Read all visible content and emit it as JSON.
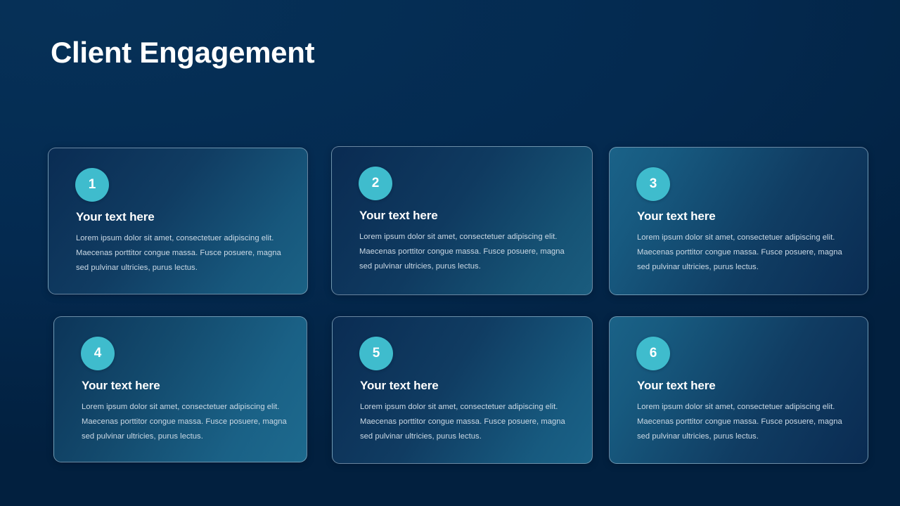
{
  "slide": {
    "title": "Client Engagement",
    "background_color": "#042a50",
    "accent_color": "#3fbccd",
    "text_color": "#ffffff",
    "body_text_color": "#ccdae6",
    "border_color": "#b7cbdb"
  },
  "cards": [
    {
      "number": "1",
      "heading": "Your text here",
      "body": "Lorem ipsum dolor sit amet, consectetuer adipiscing elit. Maecenas porttitor congue massa. Fusce posuere, magna sed pulvinar ultricies, purus lectus."
    },
    {
      "number": "2",
      "heading": "Your text here",
      "body": "Lorem ipsum dolor sit amet, consectetuer adipiscing elit. Maecenas porttitor congue massa. Fusce posuere, magna sed pulvinar ultricies, purus lectus."
    },
    {
      "number": "3",
      "heading": "Your text here",
      "body": "Lorem ipsum dolor sit amet, consectetuer adipiscing elit. Maecenas porttitor congue massa. Fusce posuere, magna sed pulvinar ultricies, purus lectus."
    },
    {
      "number": "4",
      "heading": "Your text here",
      "body": "Lorem ipsum dolor sit amet, consectetuer adipiscing elit. Maecenas porttitor congue massa. Fusce posuere, magna sed pulvinar ultricies, purus lectus."
    },
    {
      "number": "5",
      "heading": "Your text here",
      "body": "Lorem ipsum dolor sit amet, consectetuer adipiscing elit. Maecenas porttitor congue massa. Fusce posuere, magna sed pulvinar ultricies, purus lectus."
    },
    {
      "number": "6",
      "heading": "Your text here",
      "body": "Lorem ipsum dolor sit amet, consectetuer adipiscing elit. Maecenas porttitor congue massa. Fusce posuere, magna sed pulvinar ultricies, purus lectus."
    }
  ]
}
